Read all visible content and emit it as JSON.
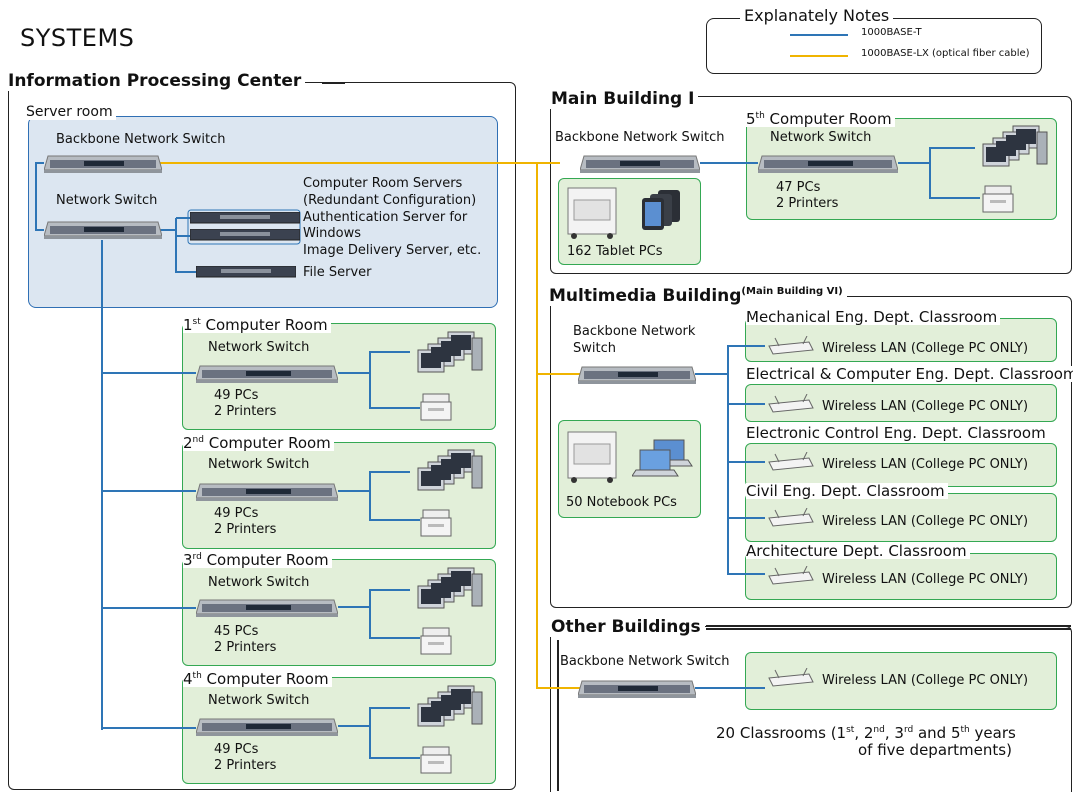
{
  "title": "SYSTEMS",
  "legend": {
    "title": "Explanately Notes",
    "items": [
      {
        "label": "1000BASE-T",
        "color": "#2e75b6"
      },
      {
        "label": "1000BASE-LX (optical fiber cable)",
        "color": "#f0b400"
      }
    ]
  },
  "ipc": {
    "title": "Information Processing Center",
    "server_room": {
      "title": "Server room",
      "backbone": "Backbone Network Switch",
      "network_switch": "Network Switch",
      "servers_lines": [
        "Computer Room Servers",
        "(Redundant Configuration)",
        "Authentication Server for",
        "Windows",
        "Image Delivery Server, etc."
      ],
      "file_server": "File Server"
    },
    "rooms": [
      {
        "num": "1",
        "sup": "st",
        "title": " Computer Room",
        "switch": "Network Switch",
        "pcs": "49 PCs",
        "printers": "2 Printers"
      },
      {
        "num": "2",
        "sup": "nd",
        "title": " Computer Room",
        "switch": "Network Switch",
        "pcs": "49 PCs",
        "printers": "2 Printers"
      },
      {
        "num": "3",
        "sup": "rd",
        "title": " Computer Room",
        "switch": "Network Switch",
        "pcs": "45 PCs",
        "printers": "2 Printers"
      },
      {
        "num": "4",
        "sup": "th",
        "title": " Computer Room",
        "switch": "Network Switch",
        "pcs": "49 PCs",
        "printers": "2 Printers"
      }
    ]
  },
  "main1": {
    "title": "Main Building I",
    "backbone": "Backbone Network Switch",
    "tablets": "162 Tablet PCs",
    "room_num": "5",
    "room_sup": "th",
    "room_title": " Computer Room",
    "switch": "Network Switch",
    "pcs": "47 PCs",
    "printers": "2 Printers"
  },
  "mm": {
    "title": "Multimedia Building",
    "subtitle": "(Main Building VI)",
    "backbone_l1": "Backbone Network",
    "backbone_l2": "Switch",
    "notebooks": "50 Notebook PCs",
    "classrooms": [
      {
        "title": "Mechanical Eng. Dept. Classroom",
        "wifi": "Wireless LAN (College PC ONLY)"
      },
      {
        "title": "Electrical & Computer Eng. Dept. Classroom",
        "wifi": "Wireless LAN (College PC ONLY)"
      },
      {
        "title": "Electronic Control Eng. Dept. Classroom",
        "wifi": "Wireless LAN (College PC ONLY)"
      },
      {
        "title": "Civil Eng. Dept. Classroom",
        "wifi": "Wireless LAN (College PC ONLY)"
      },
      {
        "title": "Architecture Dept. Classroom",
        "wifi": "Wireless LAN (College PC ONLY)"
      }
    ]
  },
  "other": {
    "title": "Other Buildings",
    "backbone": "Backbone Network Switch",
    "wifi": "Wireless LAN (College PC ONLY)",
    "classrooms_l1a": "20 Classrooms (1",
    "s1": "st",
    "l1b": ", 2",
    "s2": "nd",
    "l1c": ", 3",
    "s3": "rd",
    "l1d": " and 5",
    "s5": "th",
    "l1e": " years",
    "classrooms_l2": "of five departments)"
  }
}
